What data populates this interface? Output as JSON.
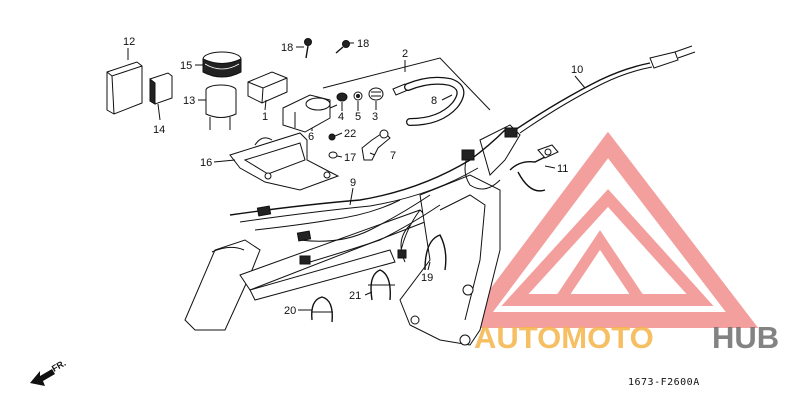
{
  "diagram": {
    "part_callouts": [
      {
        "id": "p12",
        "text": "12"
      },
      {
        "id": "p15",
        "text": "15"
      },
      {
        "id": "p13",
        "text": "13"
      },
      {
        "id": "p14",
        "text": "14"
      },
      {
        "id": "p16",
        "text": "16"
      },
      {
        "id": "p1",
        "text": "1"
      },
      {
        "id": "p18a",
        "text": "18"
      },
      {
        "id": "p18b",
        "text": "18"
      },
      {
        "id": "p2",
        "text": "2"
      },
      {
        "id": "p8",
        "text": "8"
      },
      {
        "id": "p3",
        "text": "3"
      },
      {
        "id": "p4",
        "text": "4"
      },
      {
        "id": "p5",
        "text": "5"
      },
      {
        "id": "p6",
        "text": "6"
      },
      {
        "id": "p22",
        "text": "22"
      },
      {
        "id": "p17",
        "text": "17"
      },
      {
        "id": "p7",
        "text": "7"
      },
      {
        "id": "p9",
        "text": "9"
      },
      {
        "id": "p10",
        "text": "10"
      },
      {
        "id": "p11",
        "text": "11"
      },
      {
        "id": "p19",
        "text": "19"
      },
      {
        "id": "p21",
        "text": "21"
      },
      {
        "id": "p20",
        "text": "20"
      }
    ],
    "direction_label": "FR.",
    "drawing_code": "1673-F2600A"
  },
  "watermark": {
    "text_part1": "AUTOMOTO",
    "text_part2": "HUB",
    "color_part1": "#f5b54a",
    "color_part2": "#6e6e6e",
    "logo_color": "#e9524f"
  }
}
